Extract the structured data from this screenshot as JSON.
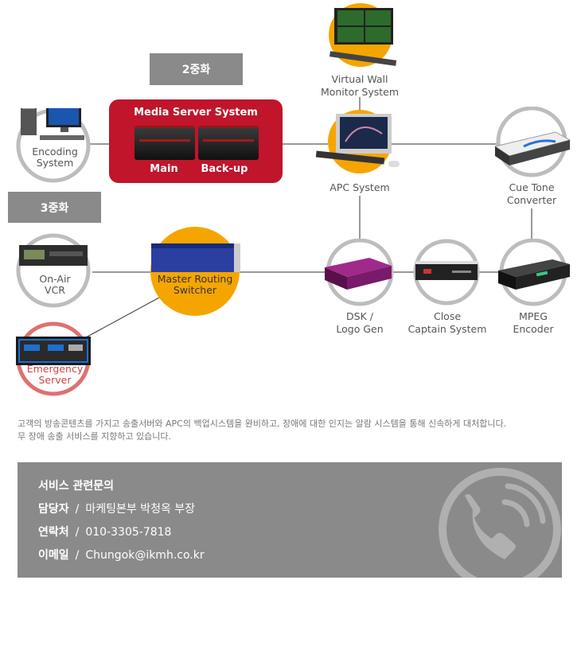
{
  "tags": {
    "dual": "2중화",
    "triple": "3중화"
  },
  "media_server": {
    "title": "Media Server System",
    "main": "Main",
    "backup": "Back-up"
  },
  "nodes": {
    "encoding": "Encoding\nSystem",
    "virtual_wall": "Virtual Wall\nMonitor System",
    "apc": "APC System",
    "cue_tone": "Cue Tone\nConverter",
    "on_air_vcr": "On-Air\nVCR",
    "master_routing": "Master Routing\nSwitcher",
    "dsk": "DSK /\nLogo Gen",
    "close_caption": "Close\nCaptain System",
    "mpeg": "MPEG\nEncoder",
    "emergency": "Emergency\nServer"
  },
  "description": {
    "line1": "고객의 방송콘텐츠를 가지고 송출서버와 APC의 백업시스템을 완비하고, 장애에 대한 인지는 알람 시스템을 통해 신속하게 대처합니다.",
    "line2": "무 장애 송출 서비스를 지향하고 있습니다."
  },
  "contact": {
    "heading": "서비스 관련문의",
    "manager_label": "담당자",
    "manager_value": "마케팅본부 박청옥 부장",
    "phone_label": "연락처",
    "phone_value": "010-3305-7818",
    "email_label": "이메일",
    "email_value": "Chungok@ikmh.co.kr",
    "separator": "/"
  },
  "colors": {
    "gray_circle": "#bdbdbd",
    "red_circle": "#e07070",
    "yellow_circle": "#f5a500",
    "red_box": "#c0152b",
    "tag_gray": "#8a8a8a",
    "line": "#333333"
  },
  "icons": [
    "computer-icon",
    "server-icon",
    "monitor-icon",
    "vcr-icon",
    "router-icon",
    "phone-icon"
  ]
}
